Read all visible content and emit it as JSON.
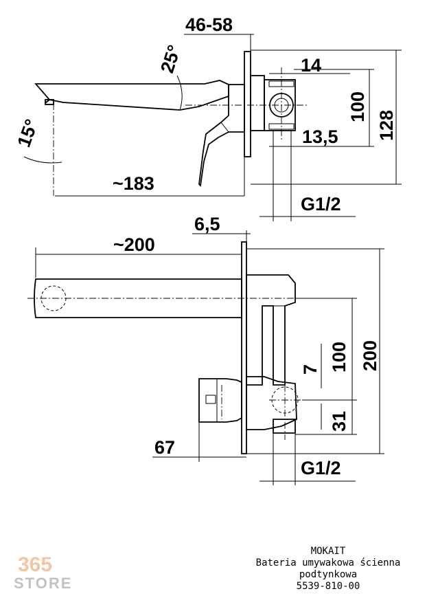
{
  "dimensions": {
    "side_depth": "46-58",
    "side_angle_top": "25°",
    "side_small": "14",
    "side_height_100": "100",
    "side_height_128": "128",
    "side_small_13_5": "13,5",
    "side_angle_bottom": "15°",
    "side_length": "~183",
    "side_thread": "G1/2",
    "front_gap": "6,5",
    "front_length": "~200",
    "front_height_100": "100",
    "front_height_200": "200",
    "front_small_7": "7",
    "front_small_31": "31",
    "front_handle": "67",
    "front_thread": "G1/2"
  },
  "title_block": {
    "brand": "MOKAIT",
    "line1": "Bateria umywakowa ścienna",
    "line2": "podtynkowa",
    "code": "5539-810-00"
  },
  "logo": {
    "number": "365",
    "word": "STORE"
  }
}
